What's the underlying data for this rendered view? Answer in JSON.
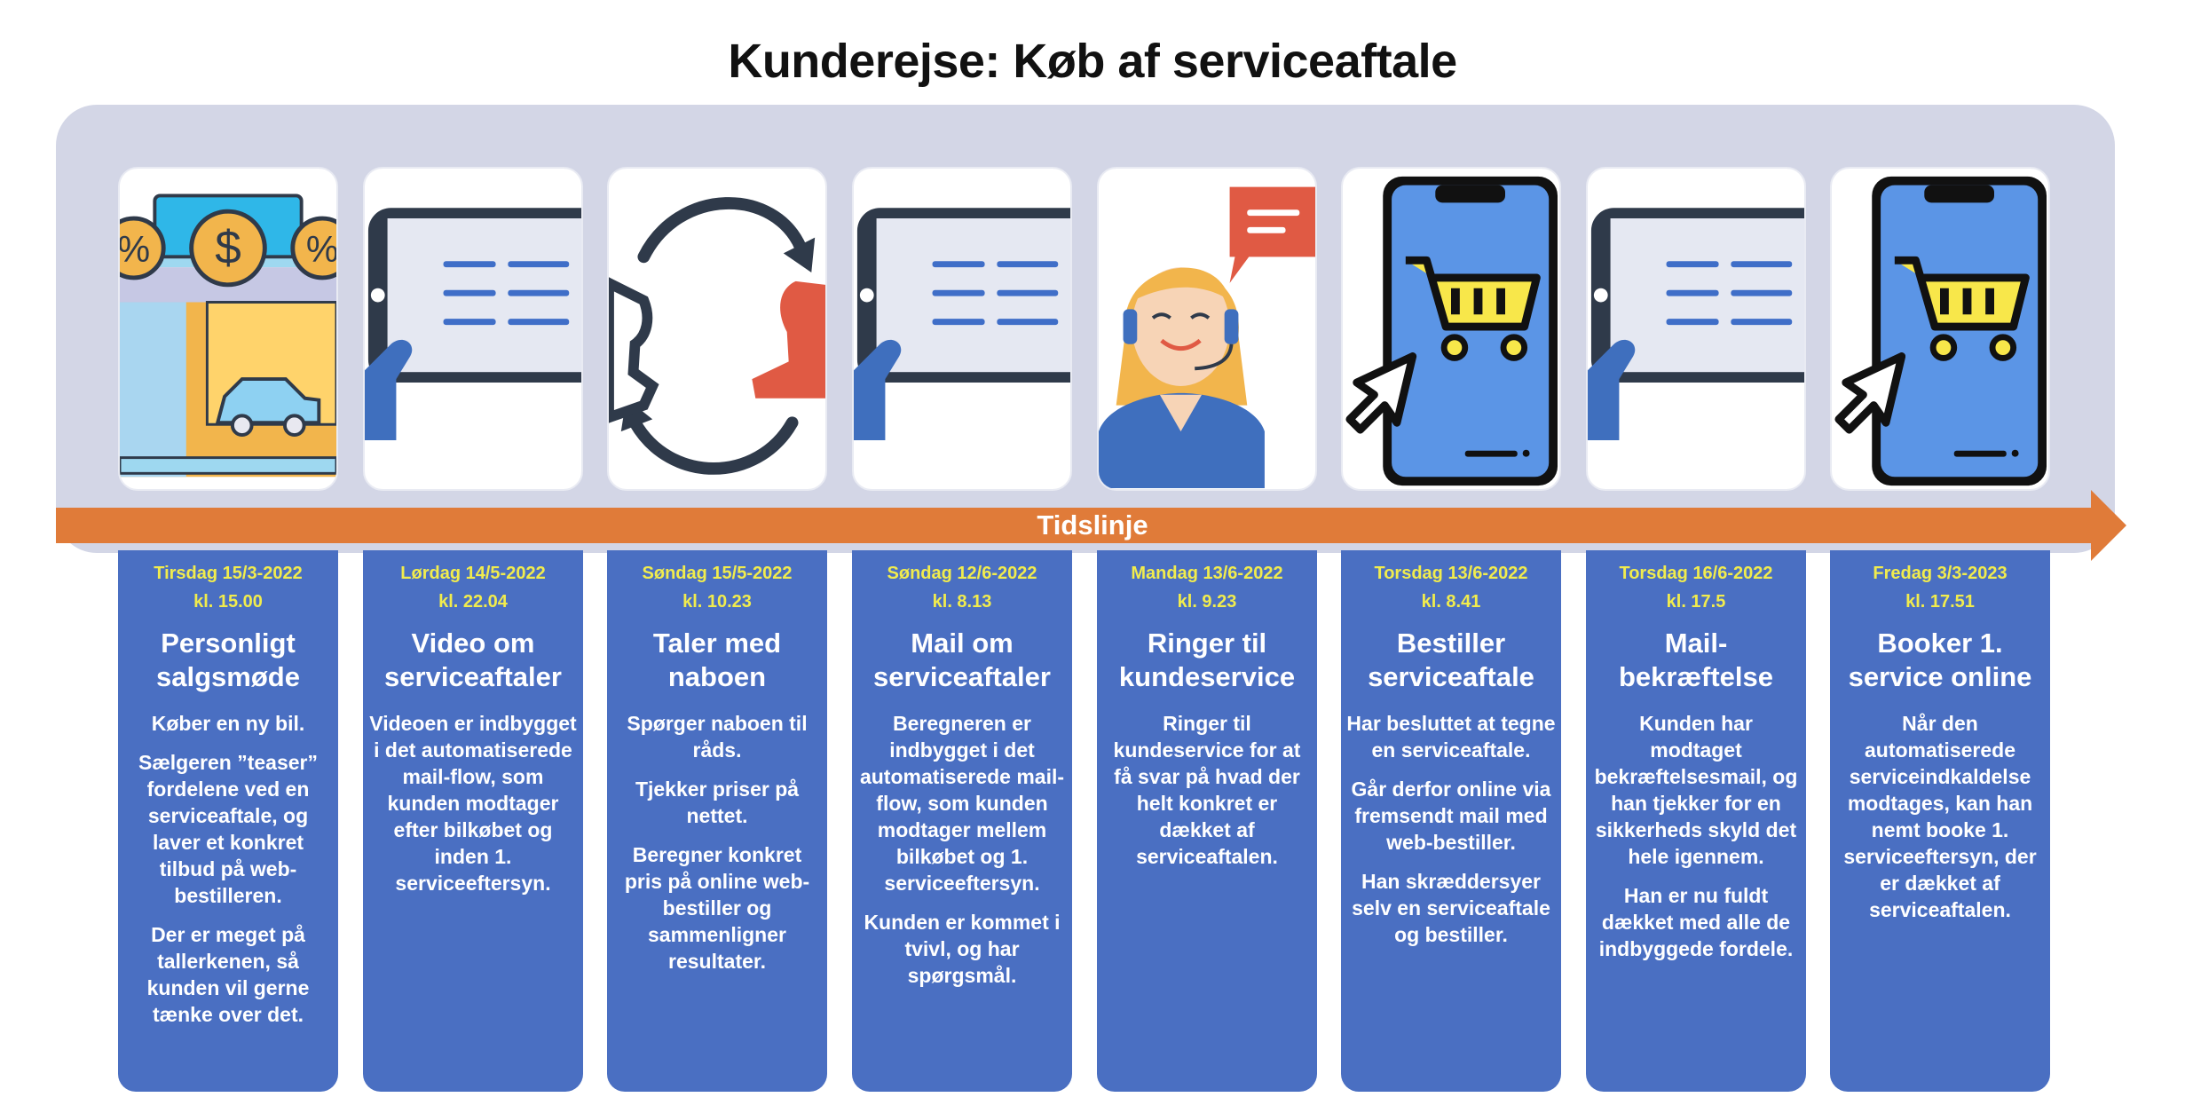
{
  "title": "Kunderejse: Køb af serviceaftale",
  "timeline_label": "Tidslinje",
  "steps": [
    {
      "icon": "car-dealership-icon",
      "date": "Tirsdag 15/3-2022",
      "time": "kl. 15.00",
      "heading": "Personligt salgsmøde",
      "paragraphs": [
        "Køber en ny bil.",
        "Sælgeren ”teaser” fordelene ved en serviceaftale, og laver et konkret tilbud på web-bestilleren.",
        "Der er meget på tallerkenen, så kunden vil gerne tænke over det."
      ]
    },
    {
      "icon": "tablet-mail-icon",
      "date": "Lørdag 14/5-2022",
      "time": "kl. 22.04",
      "heading": "Video om serviceaftaler",
      "paragraphs": [
        "Videoen er indbygget i det automatiserede mail-flow, som kunden modtager efter bilkøbet og inden 1. serviceeftersyn."
      ]
    },
    {
      "icon": "conversation-cycle-icon",
      "date": "Søndag 15/5-2022",
      "time": "kl. 10.23",
      "heading": "Taler med naboen",
      "paragraphs": [
        "Spørger naboen til råds.",
        "Tjekker priser på nettet.",
        "Beregner konkret pris på online web-bestiller og sammenligner resultater."
      ]
    },
    {
      "icon": "tablet-mail-icon",
      "date": "Søndag 12/6-2022",
      "time": "kl. 8.13",
      "heading": "Mail om serviceaftaler",
      "paragraphs": [
        "Beregneren er indbygget i det automatiserede mail-flow, som kunden modtager mellem bilkøbet og 1. serviceeftersyn.",
        "Kunden er kommet i tvivl, og har spørgsmål."
      ]
    },
    {
      "icon": "customer-service-agent-icon",
      "date": "Mandag 13/6-2022",
      "time": "kl. 9.23",
      "heading": "Ringer til kundeservice",
      "paragraphs": [
        "Ringer til kundeservice for at få svar på hvad der helt konkret er dækket af serviceaftalen."
      ]
    },
    {
      "icon": "phone-shopping-cart-icon",
      "date": "Torsdag 13/6-2022",
      "time": "kl. 8.41",
      "heading": "Bestiller serviceaftale",
      "paragraphs": [
        "Har besluttet at tegne en serviceaftale.",
        "Går derfor online via fremsendt mail med web-bestiller.",
        "Han skræddersyer selv en serviceaftale og bestiller."
      ]
    },
    {
      "icon": "tablet-mail-icon",
      "date": "Torsdag 16/6-2022",
      "time": "kl. 17.5",
      "heading": "Mail-bekræftelse",
      "paragraphs": [
        "Kunden har modtaget bekræftelsesmail, og han tjekker for en sikkerheds skyld det hele igennem.",
        "Han er nu fuldt dækket med alle de indbyggede fordele."
      ]
    },
    {
      "icon": "phone-shopping-cart-icon",
      "date": "Fredag 3/3-2023",
      "time": "kl. 17.51",
      "heading": "Booker 1. service online",
      "paragraphs": [
        "Når den automatiserede serviceindkaldelse modtages, kan han nemt booke 1. serviceeftersyn, der er dækket af serviceaftalen."
      ]
    }
  ]
}
